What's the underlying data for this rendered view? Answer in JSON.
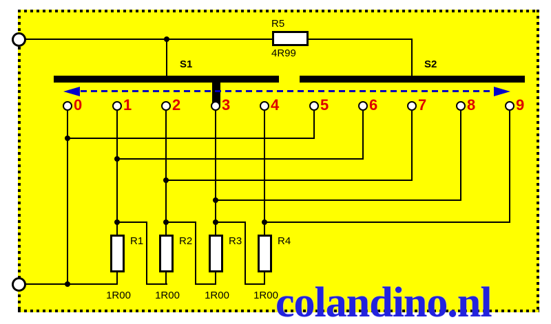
{
  "watermark": {
    "text": "colandino.nl"
  },
  "switches": {
    "s1_label": "S1",
    "s2_label": "S2"
  },
  "series_resistor": {
    "name": "R5",
    "value": "4R99"
  },
  "resistors": [
    {
      "name": "R1",
      "value": "1R00"
    },
    {
      "name": "R2",
      "value": "1R00"
    },
    {
      "name": "R3",
      "value": "1R00"
    },
    {
      "name": "R4",
      "value": "1R00"
    }
  ],
  "terminals": [
    "0",
    "1",
    "2",
    "3",
    "4",
    "5",
    "6",
    "7",
    "8",
    "9"
  ],
  "colors": {
    "panel_background": "#ffff00",
    "wire": "#000000",
    "terminal_number_red": "#dd0000",
    "slider_arrow_blue": "#0000cc",
    "watermark_blue": "#2222dd"
  }
}
